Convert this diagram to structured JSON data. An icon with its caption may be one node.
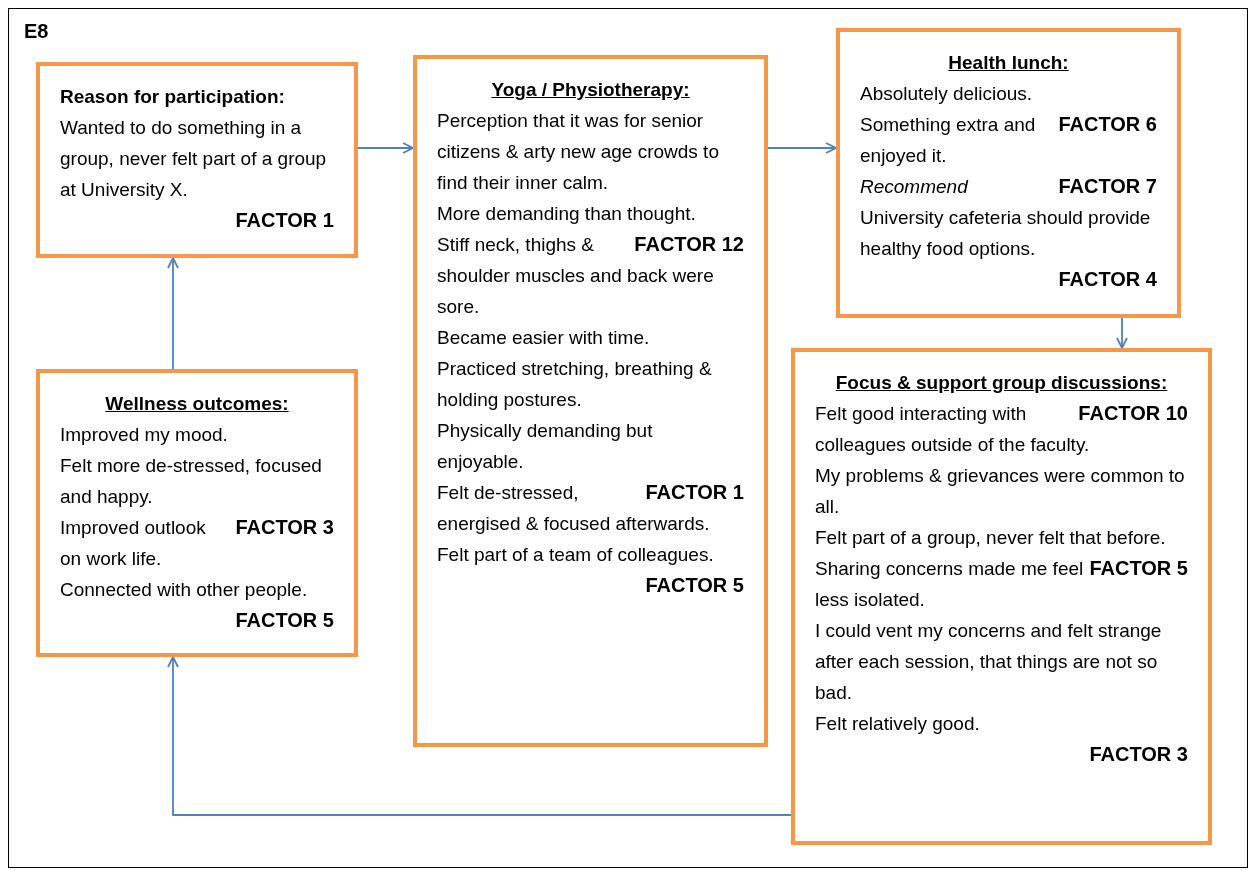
{
  "diagram": {
    "nodes": [
      {
        "text": [
          "Reason for participation:",
          "Wanted to do something in a group, never felt part of a group at University X.",
          "FACTOR 1"
        ]
      },
      {
        "text": [
          "Yoga / Physiotherapy:",
          "Perception that it was for senior citizens & arty new age crowds to find their inner calm.",
          "More demanding than thought.",
          "FACTOR 12",
          "Stiff neck, thighs & shoulder muscles and back were sore.",
          "Became easier with time.",
          "Practiced stretching, breathing & holding postures.",
          "Physically demanding but enjoyable.",
          "FACTOR 1",
          "Felt de-stressed, energised & focused afterwards.",
          "Felt part of a team of colleagues.",
          "FACTOR 5"
        ]
      },
      {
        "text": [
          "Health lunch:",
          "Absolutely delicious.",
          "FACTOR 6",
          "Something extra and enjoyed it.",
          "FACTOR 7",
          "*Recommend* University cafeteria should provide healthy food options.",
          "FACTOR 4"
        ]
      },
      {
        "text": [
          "Wellness outcomes:",
          "Improved my mood.",
          "Felt more de-stressed, focused and happy.",
          "FACTOR 3",
          "Improved outlook on work life.",
          "Connected with other people.",
          "FACTOR 5"
        ]
      },
      {
        "text": [
          "Focus & support group discussions:",
          "FACTOR 10",
          "Felt good interacting with colleagues outside of the faculty.",
          "My problems & grievances were common to all.",
          "Felt part of a group, never felt that before.",
          "FACTOR 5",
          "Sharing concerns made me feel less isolated.",
          "I could vent my concerns and felt strange after each session, that things are not so bad.",
          "Felt relatively good.",
          "FACTOR 3"
        ]
      }
    ],
    "edges": [
      {
        "from": 0,
        "to": 1,
        "arrow": "to"
      },
      {
        "from": 1,
        "to": 2,
        "arrow": "to"
      },
      {
        "from": 2,
        "to": 4,
        "arrow": "to"
      },
      {
        "from": 4,
        "to": 3,
        "arrow": "to"
      },
      {
        "from": 3,
        "to": 0,
        "arrow": "to"
      }
    ],
    "labels": [
      "E8"
    ]
  }
}
